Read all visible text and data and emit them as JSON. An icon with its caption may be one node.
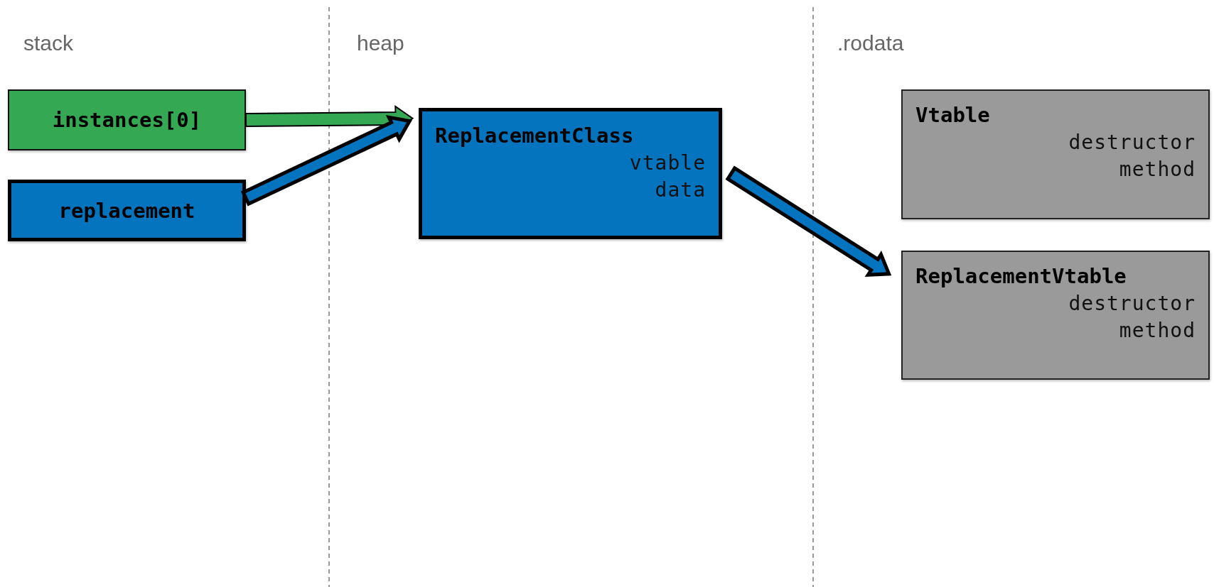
{
  "diagram": {
    "nodes": [
      {
        "text": [
          "instances[0]"
        ]
      },
      {
        "text": [
          "replacement"
        ]
      },
      {
        "text": [
          "ReplacementClass",
          "vtable",
          "data"
        ]
      },
      {
        "text": [
          "Vtable",
          "destructor",
          "method"
        ]
      },
      {
        "text": [
          "ReplacementVtable",
          "destructor",
          "method"
        ]
      }
    ],
    "edges": [
      {
        "from": 0,
        "to": 2,
        "arrow": "to",
        "style": "thick",
        "color": "#34a853"
      },
      {
        "from": 1,
        "to": 2,
        "arrow": "to",
        "style": "thick"
      },
      {
        "from": 2,
        "to": 4,
        "arrow": "to",
        "style": "thick"
      }
    ],
    "labels": [
      "stack",
      "heap",
      ".rodata"
    ]
  }
}
